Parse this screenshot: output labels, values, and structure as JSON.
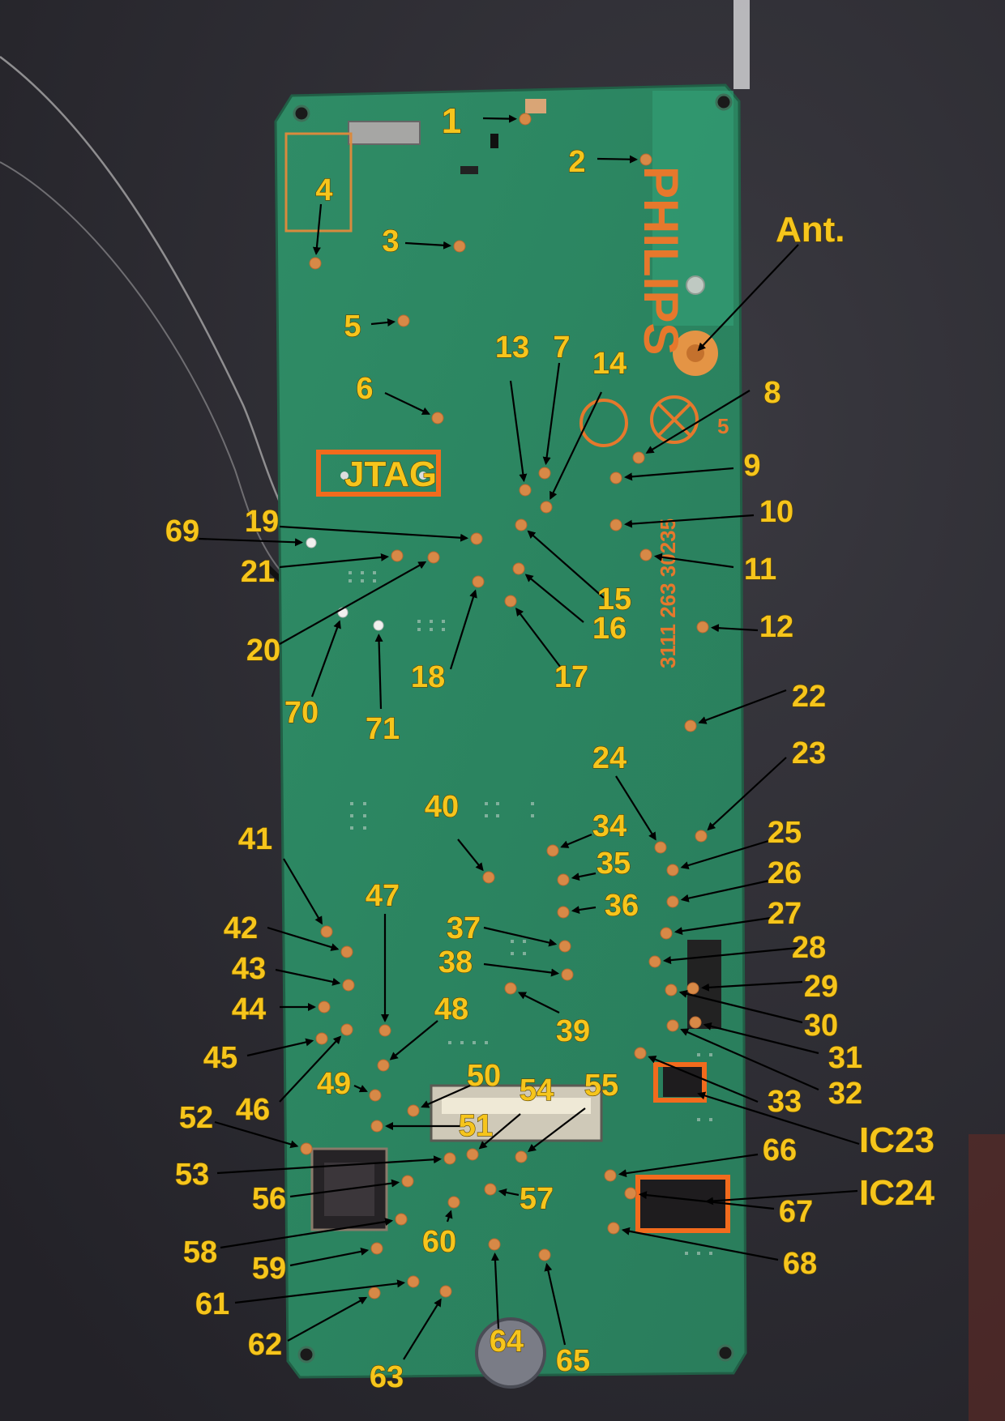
{
  "board": {
    "brand": "PHILIPS",
    "part_number": "3111 263 30235",
    "silkscreen_digit": "5"
  },
  "boxes": [
    {
      "id": "jtag",
      "label": "JTAG"
    },
    {
      "id": "ic23",
      "label": "IC23"
    },
    {
      "id": "ic24",
      "label": "IC24"
    }
  ],
  "antenna_label": "Ant.",
  "test_points": [
    "1",
    "2",
    "3",
    "4",
    "5",
    "6",
    "7",
    "8",
    "9",
    "10",
    "11",
    "12",
    "13",
    "14",
    "15",
    "16",
    "17",
    "18",
    "19",
    "20",
    "21",
    "22",
    "23",
    "24",
    "25",
    "26",
    "27",
    "28",
    "29",
    "30",
    "31",
    "32",
    "33",
    "34",
    "35",
    "36",
    "37",
    "38",
    "39",
    "40",
    "41",
    "42",
    "43",
    "44",
    "45",
    "46",
    "47",
    "48",
    "49",
    "50",
    "51",
    "52",
    "53",
    "54",
    "55",
    "56",
    "57",
    "58",
    "59",
    "60",
    "61",
    "62",
    "63",
    "64",
    "65",
    "66",
    "67",
    "68",
    "69",
    "70",
    "71"
  ],
  "colors": {
    "label": "#f6c51c",
    "box": "#f26b1d",
    "pcb": "#2e8a63",
    "pad": "#d78947",
    "background": "#2b2a30"
  }
}
